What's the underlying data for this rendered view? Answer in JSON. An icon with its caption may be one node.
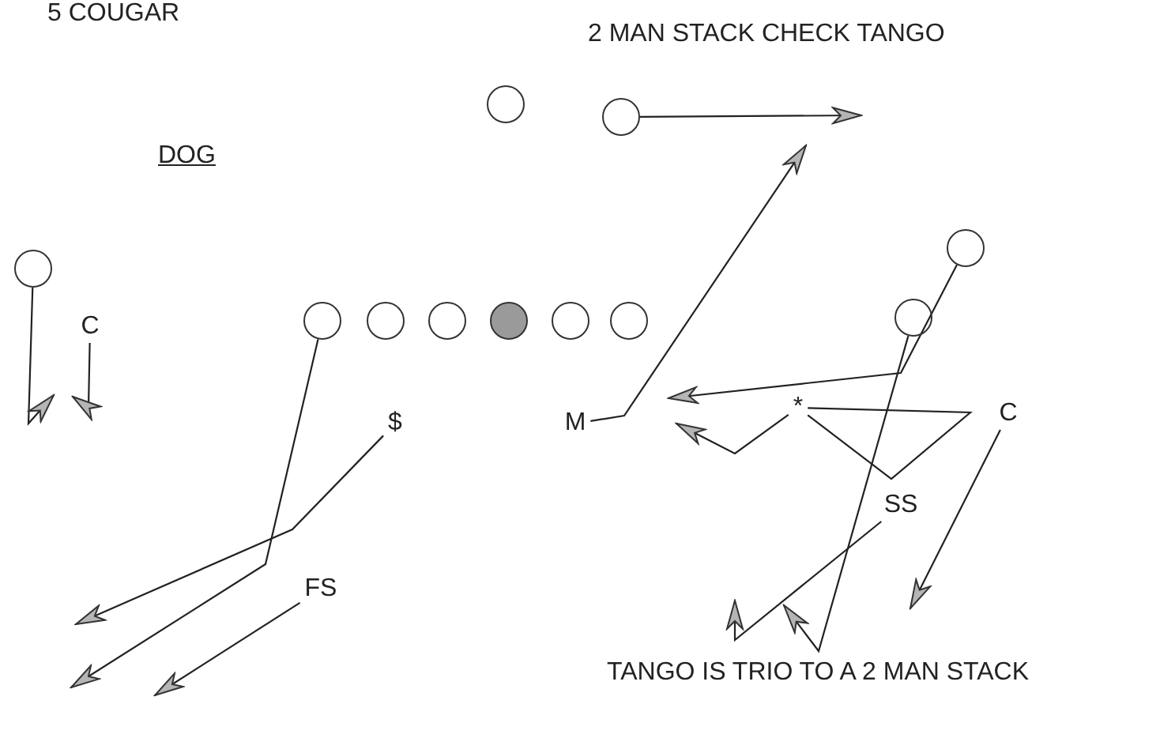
{
  "diagram": {
    "nodes": [
      {
        "text": [],
        "shape": "circle"
      },
      {
        "text": [],
        "shape": "circle"
      },
      {
        "text": [],
        "shape": "circle"
      },
      {
        "text": [
          "C"
        ]
      },
      {
        "text": [],
        "shape": "circle"
      },
      {
        "text": [],
        "shape": "circle"
      },
      {
        "text": [],
        "shape": "circle"
      },
      {
        "text": [],
        "shape": "circle"
      },
      {
        "text": [],
        "shape": "circle"
      },
      {
        "text": [],
        "shape": "circle"
      },
      {
        "text": [],
        "shape": "circle"
      },
      {
        "text": [],
        "shape": "circle"
      },
      {
        "text": [
          "$"
        ]
      },
      {
        "text": [
          "M"
        ]
      },
      {
        "text": [
          "*"
        ]
      },
      {
        "text": [
          "C"
        ]
      },
      {
        "text": [
          "SS"
        ]
      },
      {
        "text": [
          "FS"
        ]
      }
    ],
    "edges": [
      {
        "from": 1,
        "to": null,
        "arrow": "to"
      },
      {
        "from": 2,
        "to": null,
        "arrow": "to"
      },
      {
        "from": 3,
        "to": null,
        "arrow": "to"
      },
      {
        "from": 4,
        "to": null,
        "arrow": "to"
      },
      {
        "from": 12,
        "to": null,
        "arrow": "to"
      },
      {
        "from": 17,
        "to": null,
        "arrow": "to"
      },
      {
        "from": 13,
        "to": null,
        "arrow": "to"
      },
      {
        "from": 11,
        "to": null,
        "arrow": "to"
      },
      {
        "from": 14,
        "to": null,
        "arrow": "to"
      },
      {
        "from": 14,
        "to": 14,
        "arrow": "none"
      },
      {
        "from": 15,
        "to": null,
        "arrow": "to"
      },
      {
        "from": 16,
        "to": null,
        "arrow": "to"
      },
      {
        "from": 10,
        "to": null,
        "arrow": "to"
      }
    ],
    "labels": [
      "5 COUGAR",
      "2 MAN STACK CHECK TANGO",
      "DOG",
      "TANGO IS TRIO TO A 2 MAN STACK"
    ]
  }
}
